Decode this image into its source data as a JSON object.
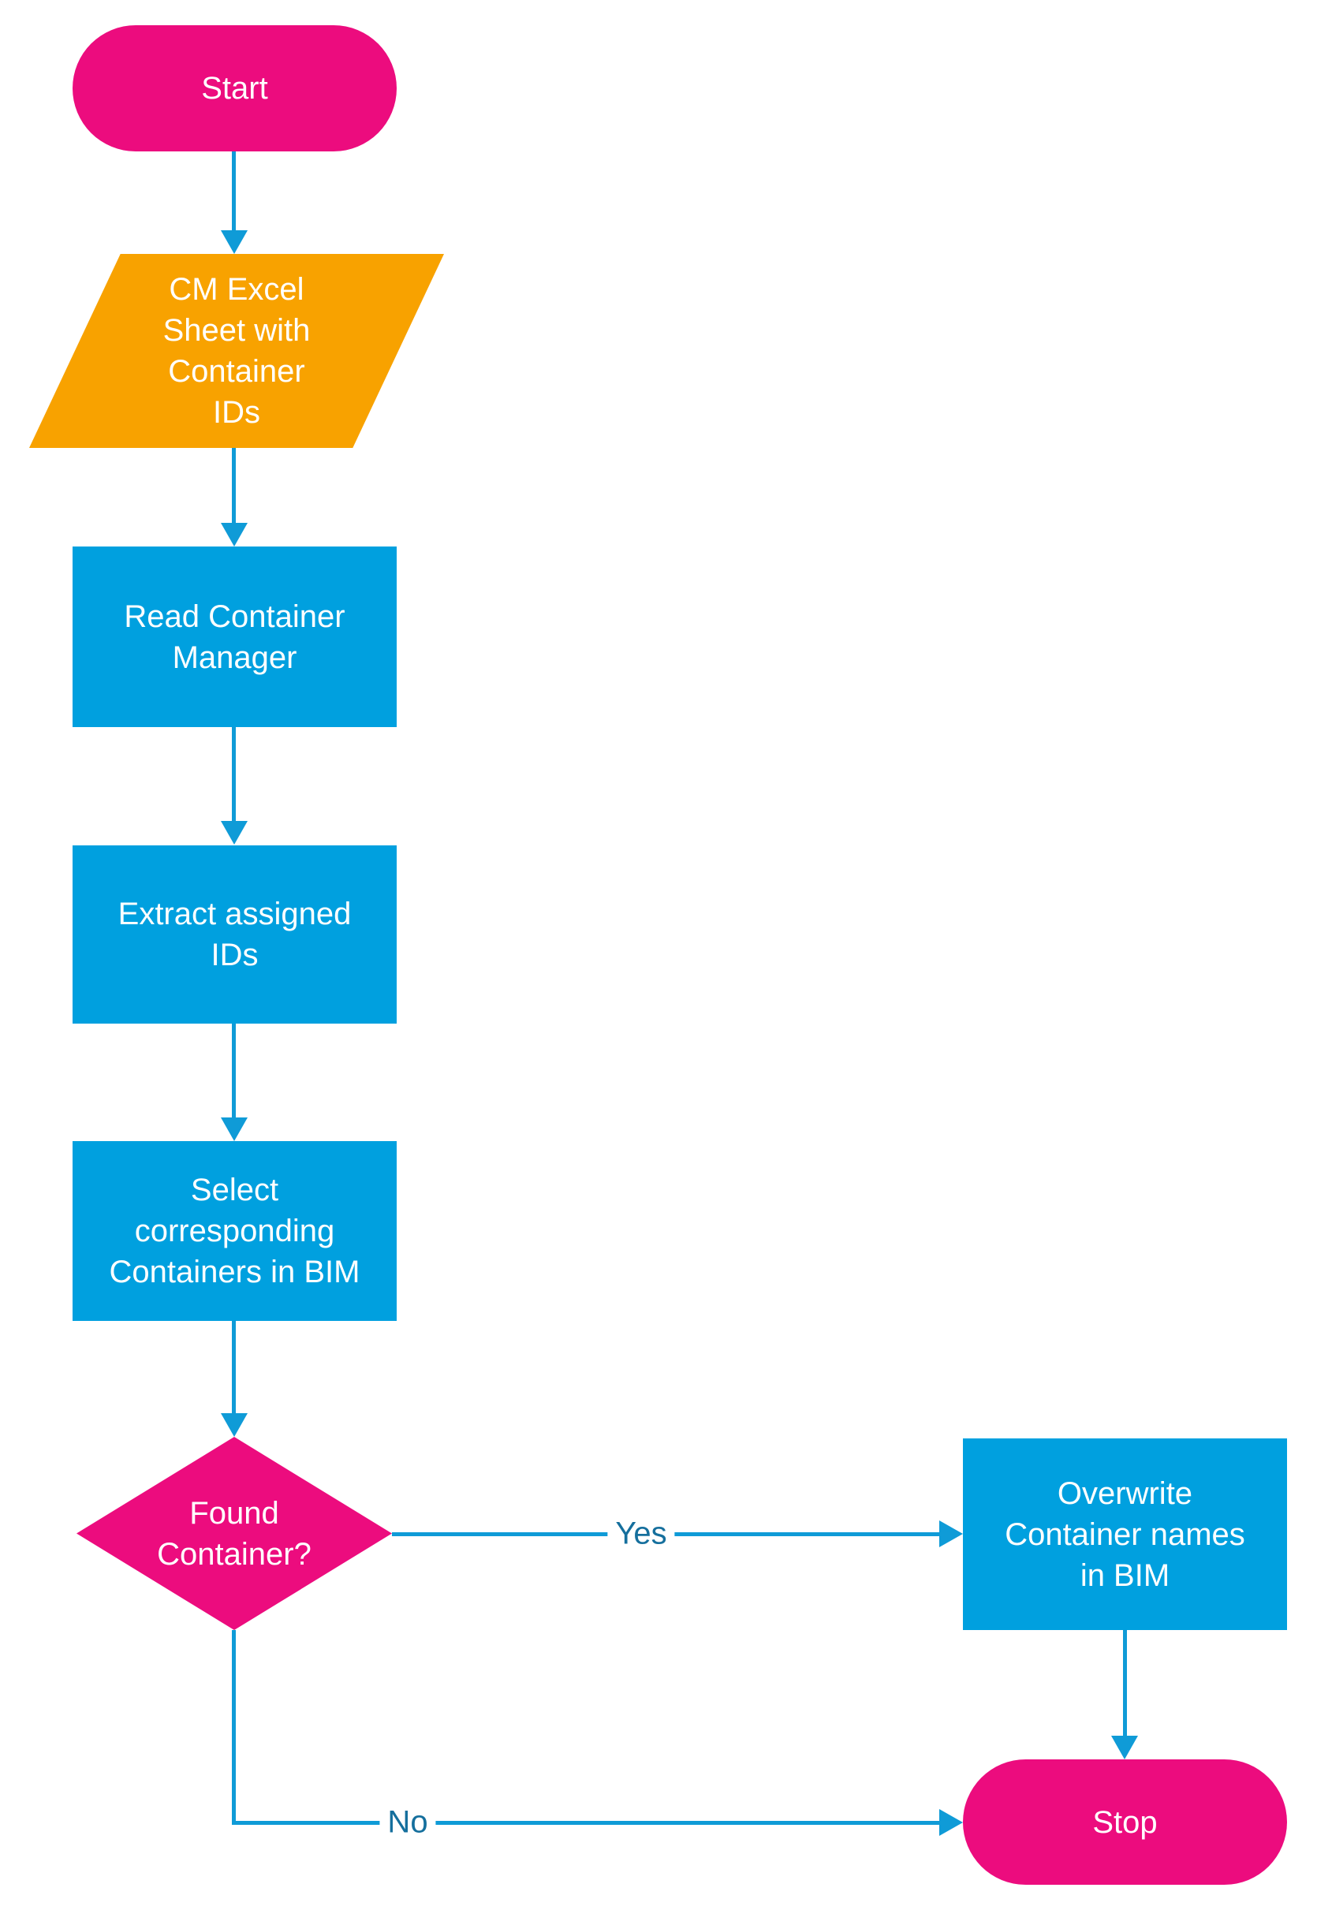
{
  "flowchart": {
    "nodes": [
      {
        "id": "start",
        "type": "terminator",
        "label": "Start"
      },
      {
        "id": "cm-excel-sheet",
        "type": "data-io",
        "label": "CM Excel\nSheet with\nContainer\nIDs"
      },
      {
        "id": "read-container-manager",
        "type": "process",
        "label": "Read Container\nManager"
      },
      {
        "id": "extract-assigned-ids",
        "type": "process",
        "label": "Extract assigned\nIDs"
      },
      {
        "id": "select-containers-in-bim",
        "type": "process",
        "label": "Select\ncorresponding\nContainers in BIM"
      },
      {
        "id": "found-container",
        "type": "decision",
        "label": "Found\nContainer?"
      },
      {
        "id": "overwrite-container-names",
        "type": "process",
        "label": "Overwrite\nContainer names\nin BIM"
      },
      {
        "id": "stop",
        "type": "terminator",
        "label": "Stop"
      }
    ],
    "edge_labels": {
      "yes": "Yes",
      "no": "No"
    },
    "colors": {
      "terminator": "#ec0c7e",
      "data_io": "#f8a200",
      "process": "#00a0df",
      "connector": "#0f9bd7",
      "edge_label_text": "#156f9d"
    }
  }
}
